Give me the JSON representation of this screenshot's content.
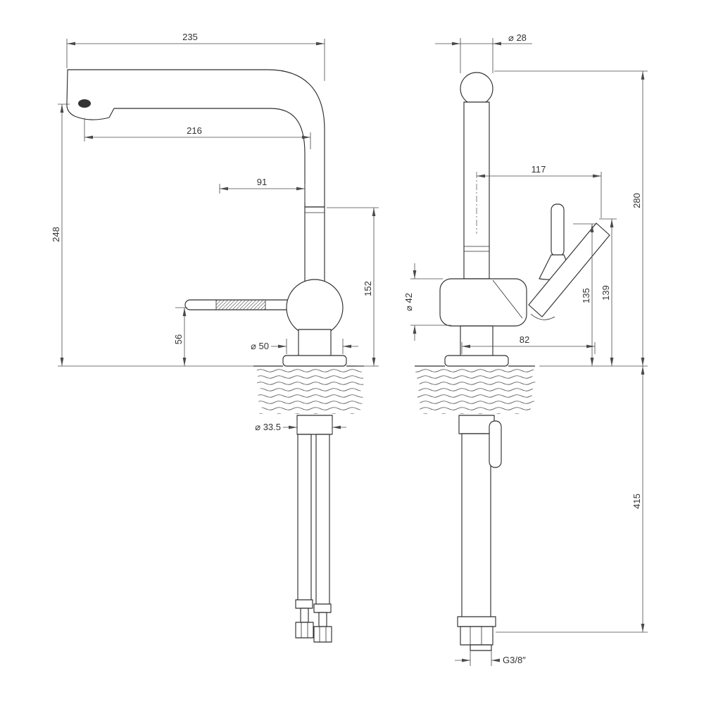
{
  "meta": {
    "drawing_type": "faucet dimensional technical drawing",
    "views": [
      "side view",
      "front view"
    ]
  },
  "dims": {
    "spout_reach": "235",
    "spout_reach_inner": "216",
    "neck_offset": "91",
    "spout_height": "248",
    "handle_height_above_deck": "56",
    "body_height": "152",
    "body_diameter_side": "⌀ 50",
    "shank_diameter": "⌀ 33.5",
    "top_diameter": "⌀ 28",
    "handle_reach": "117",
    "body_diameter_front": "⌀ 42",
    "handle_offset": "82",
    "handle_pivot_height": "135",
    "handle_top_height": "139",
    "total_height": "280",
    "hose_length": "415",
    "connection_thread": "G3/8″"
  }
}
